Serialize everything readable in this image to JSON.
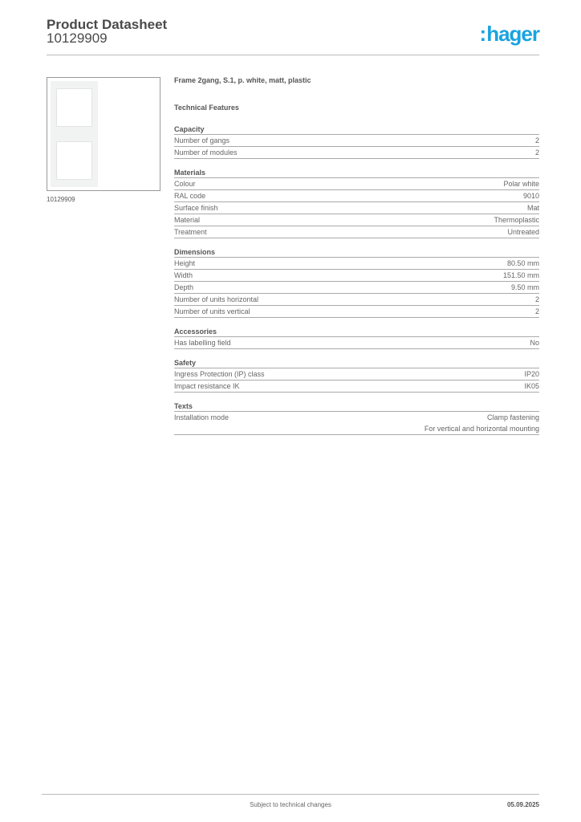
{
  "header": {
    "title": "Product Datasheet",
    "product_number": "10129909",
    "logo": "hager",
    "brand_color": "#1aa3e0"
  },
  "image": {
    "caption": "10129909"
  },
  "product_title": "Frame 2gang, S.1, p. white, matt, plastic",
  "technical_features_label": "Technical Features",
  "sections": [
    {
      "title": "Capacity",
      "rows": [
        [
          "Number of gangs",
          "2"
        ],
        [
          "Number of modules",
          "2"
        ]
      ]
    },
    {
      "title": "Materials",
      "rows": [
        [
          "Colour",
          "Polar white"
        ],
        [
          "RAL code",
          "9010"
        ],
        [
          "Surface finish",
          "Mat"
        ],
        [
          "Material",
          "Thermoplastic"
        ],
        [
          "Treatment",
          "Untreated"
        ]
      ]
    },
    {
      "title": "Dimensions",
      "rows": [
        [
          "Height",
          "80.50 mm"
        ],
        [
          "Width",
          "151.50 mm"
        ],
        [
          "Depth",
          "9.50 mm"
        ],
        [
          "Number of units horizontal",
          "2"
        ],
        [
          "Number of units vertical",
          "2"
        ]
      ]
    },
    {
      "title": "Accessories",
      "rows": [
        [
          "Has labelling field",
          "No"
        ]
      ]
    },
    {
      "title": "Safety",
      "rows": [
        [
          "Ingress Protection (IP) class",
          "IP20"
        ],
        [
          "Impact resistance IK",
          "IK05"
        ]
      ]
    },
    {
      "title": "Texts",
      "rows": [
        [
          "Installation mode",
          "Clamp fastening\nFor vertical and horizontal mounting"
        ]
      ]
    }
  ],
  "footer": {
    "note": "Subject to technical changes",
    "date": "05.09.2025"
  }
}
